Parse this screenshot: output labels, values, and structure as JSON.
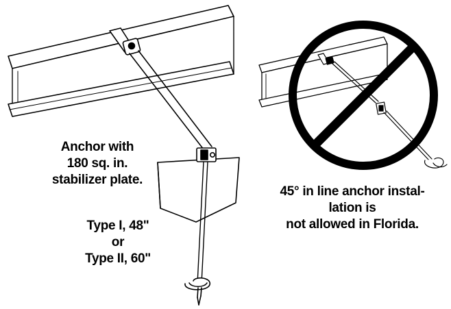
{
  "left_figure": {
    "caption_lines": [
      "Anchor with",
      "180 sq. in.",
      "stabilizer plate."
    ],
    "type_lines": [
      "Type I, 48\"",
      "or",
      "Type II, 60\""
    ]
  },
  "right_figure": {
    "caption_lines": [
      "45° in line anchor instal-",
      "lation is",
      "not allowed in Florida."
    ],
    "prohibition_symbol": "no-sign-icon"
  },
  "colors": {
    "line": "#000000",
    "background": "#ffffff",
    "beam_fill": "#ffffff"
  }
}
